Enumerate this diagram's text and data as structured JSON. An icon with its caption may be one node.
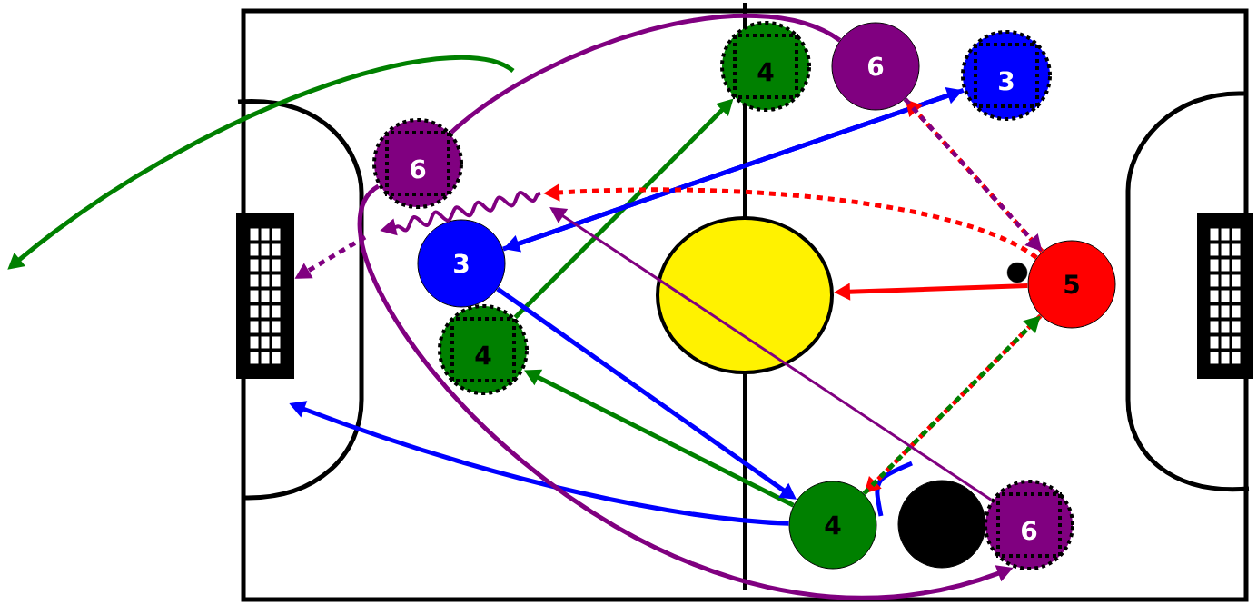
{
  "diagram": {
    "nodes": [
      {
        "text": [
          "4"
        ]
      },
      {
        "text": [
          "6"
        ]
      },
      {
        "text": [
          "3"
        ]
      },
      {
        "text": [
          "6"
        ]
      },
      {
        "text": [
          "3"
        ]
      },
      {
        "text": [],
        "shape": "circle"
      },
      {
        "text": [
          "5"
        ]
      },
      {
        "text": [],
        "shape": "circle"
      },
      {
        "text": [
          "4"
        ]
      },
      {
        "text": [
          "4"
        ]
      },
      {
        "text": [],
        "shape": "circle"
      },
      {
        "text": [
          "6"
        ]
      },
      {
        "text": [],
        "shape": "picture"
      }
    ],
    "edges": [
      {
        "from": 8,
        "to": 0,
        "arrow": "to",
        "color": "#008000"
      },
      {
        "from": 4,
        "to": 2,
        "arrow": "to",
        "color": "#0000ff"
      },
      {
        "from": 2,
        "to": 4,
        "arrow": "to",
        "color": "#0000ff"
      },
      {
        "from": 6,
        "to": 1,
        "arrow": "to",
        "style": "dashed",
        "color": "#ff0000"
      },
      {
        "from": 1,
        "to": 6,
        "arrow": "to",
        "style": "dashed",
        "color": "#800080"
      },
      {
        "from": 6,
        "to": null,
        "arrow": "to",
        "style": "dashed",
        "color": "#ff0000"
      },
      {
        "from": 6,
        "to": 5,
        "arrow": "to",
        "color": "#ff0000"
      },
      {
        "from": 6,
        "to": 9,
        "arrow": "to",
        "style": "dashed",
        "color": "#ff0000"
      },
      {
        "from": 9,
        "to": 6,
        "arrow": "to",
        "style": "dashed",
        "color": "#008000"
      },
      {
        "from": 9,
        "to": 8,
        "arrow": "to",
        "color": "#008000"
      },
      {
        "from": 4,
        "to": 9,
        "arrow": "to",
        "color": "#0000ff"
      },
      {
        "from": 9,
        "to": null,
        "arrow": "to",
        "color": "#0000ff"
      },
      {
        "from": 11,
        "to": null,
        "arrow": "to",
        "color": "#800080"
      },
      {
        "from": 3,
        "to": 11,
        "arrow": "to",
        "color": "#800080"
      },
      {
        "from": 3,
        "to": 1,
        "arrow": "none",
        "color": "#800080"
      },
      {
        "from": null,
        "to": 12,
        "arrow": "to",
        "style": "dashed",
        "color": "#800080"
      }
    ]
  }
}
